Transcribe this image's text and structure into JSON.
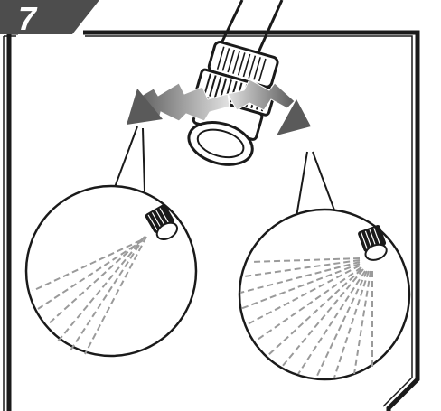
{
  "step": {
    "number": "7"
  },
  "colors": {
    "ink": "#1a1a1a",
    "badge": "#4d4d4d",
    "arrow_dark": "#666666",
    "arrow_light": "#d4d4d4",
    "spray": "#9a9a9a",
    "paper": "#ffffff"
  },
  "icons": [
    "rotate-left-arrow-icon",
    "rotate-right-arrow-icon",
    "spray-nozzle-icon"
  ],
  "spray_patterns": [
    "narrow-jet",
    "wide-fan"
  ]
}
